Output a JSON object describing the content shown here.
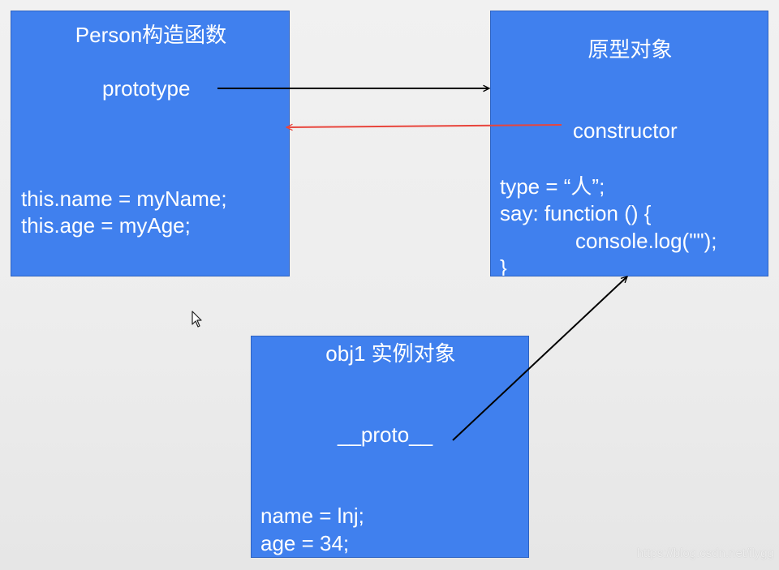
{
  "diagram": {
    "person": {
      "title": "Person构造函数",
      "prototype_label": "prototype",
      "body": [
        "this.name = myName;",
        "this.age = myAge;"
      ]
    },
    "prototype_object": {
      "title": "原型对象",
      "constructor_label": "constructor",
      "body": [
        "type = “人”;",
        "say: function () {",
        "console.log(\"\");",
        "}"
      ]
    },
    "instance": {
      "title": "obj1 实例对象",
      "proto_label": "__proto__",
      "body": [
        "name = lnj;",
        "age = 34;"
      ]
    },
    "colors": {
      "box_fill": "#4080ee",
      "box_border": "#2e63c2",
      "text": "#ffffff",
      "arrow_black": "#000000",
      "arrow_red": "#e8453c",
      "background": "#eeeeee"
    }
  },
  "watermark": "https://blog.csdn.net/ilygg"
}
